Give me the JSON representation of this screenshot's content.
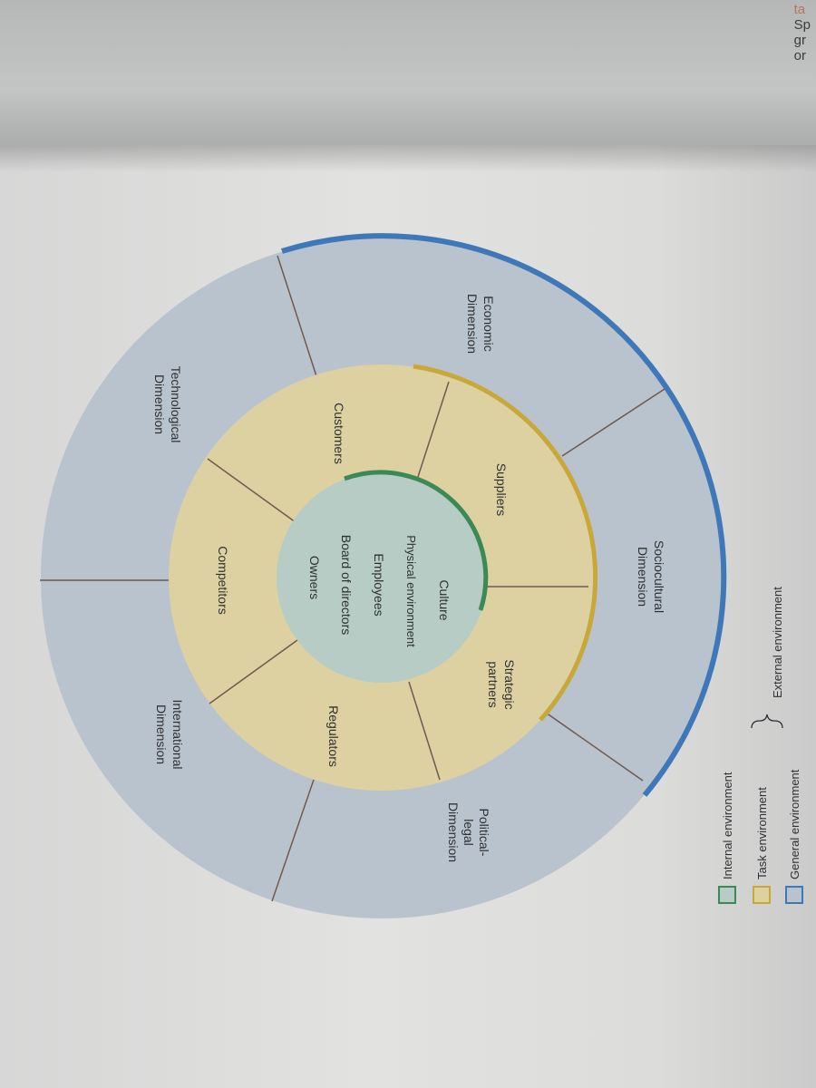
{
  "header_text": {
    "line1": "ta",
    "line2": "Sp",
    "line3": "gr",
    "line4": "or"
  },
  "diagram": {
    "general_dimensions": {
      "technological": [
        "Technological",
        "Dimension"
      ],
      "economic": [
        "Economic",
        "Dimension"
      ],
      "sociocultural": [
        "Sociocultural",
        "Dimension"
      ],
      "political_legal": [
        "Political-",
        "legal",
        "Dimension"
      ],
      "international": [
        "International",
        "Dimension"
      ]
    },
    "task_elements": {
      "competitors": "Competitors",
      "customers": "Customers",
      "suppliers": "Suppliers",
      "strategic_partners": [
        "Strategic",
        "partners"
      ],
      "regulators": "Regulators"
    },
    "internal_elements": {
      "owners": "Owners",
      "board": "Board of directors",
      "employees": "Employees",
      "physical": "Physical environment",
      "culture": "Culture"
    }
  },
  "legend": {
    "internal": "Internal environment",
    "task": "Task environment",
    "general": "General environment",
    "external": "External environment"
  },
  "colors": {
    "general_fill": "#b8c3cd",
    "task_fill": "#ddd1a1",
    "internal_fill": "#b6ccc4",
    "general_border": "#3f78b8",
    "task_border": "#c9a83a",
    "internal_border": "#3b8a55",
    "divider": "#6e5a50"
  }
}
